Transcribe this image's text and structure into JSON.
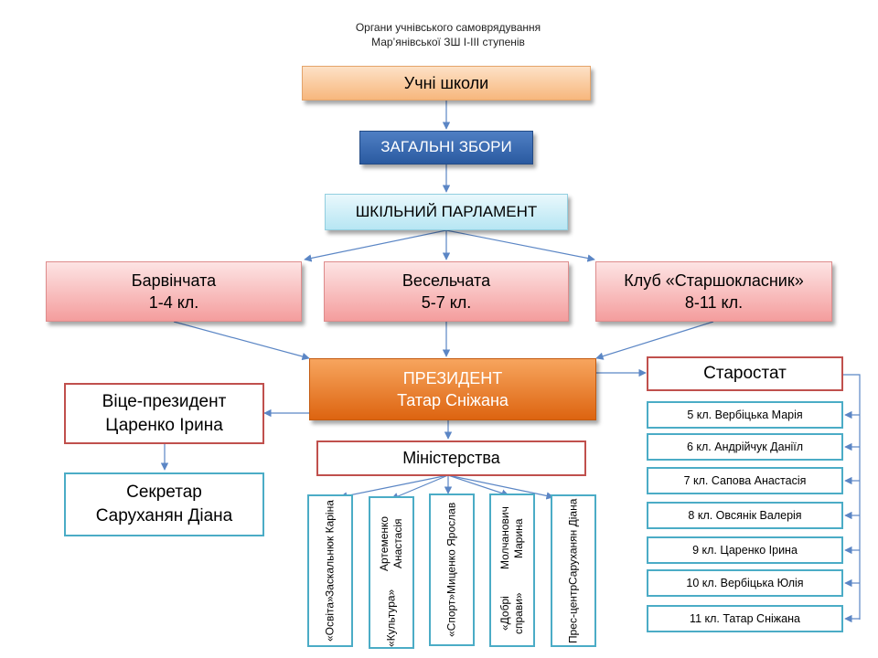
{
  "title": {
    "line1": "Органи учнівського самоврядування",
    "line2": "Мар’янівської ЗШ І-ІІІ ступенів"
  },
  "pupils": "Учні школи",
  "general_meeting": "ЗАГАЛЬНІ ЗБОРИ",
  "parliament": "ШКІЛЬНИЙ ПАРЛАМЕНТ",
  "groups": [
    {
      "name": "Барвінчата",
      "grades": "1-4 кл."
    },
    {
      "name": "Весельчата",
      "grades": "5-7 кл."
    },
    {
      "name": "Клуб «Старшокласник»",
      "grades": "8-11 кл."
    }
  ],
  "president": {
    "role": "ПРЕЗИДЕНТ",
    "name": "Татар Сніжана"
  },
  "vice_president": {
    "role": "Віце-президент",
    "name": "Царенко Ірина"
  },
  "secretary": {
    "role": "Секретар",
    "name": "Саруханян Діана"
  },
  "ministries_label": "Міністерства",
  "ministries": [
    {
      "name": "«Освіта»",
      "person": "Заскальнюк Каріна"
    },
    {
      "name": "«Культура»",
      "person": "Артеменко Анастасія"
    },
    {
      "name": "«Спорт»",
      "person": "Миценко Ярослав"
    },
    {
      "name": "«Добрі справи»",
      "person": "Молчанович Марина"
    },
    {
      "name": "Прес-центр",
      "person": "Саруханян Діана"
    }
  ],
  "starostat_label": "Старостат",
  "starostat": [
    "5 кл. Вербіцька Марія",
    "6 кл. Андрійчук Даніїл",
    "7 кл. Сапова Анастасія",
    "8 кл. Овсянік Валерія",
    "9 кл. Царенко Ірина",
    "10 кл. Вербіцька Юлія",
    "11 кл. Татар Сніжана"
  ],
  "colors": {
    "connector": "#5b86c5",
    "outline_red": "#c0504d",
    "outline_teal": "#4bacc6"
  }
}
